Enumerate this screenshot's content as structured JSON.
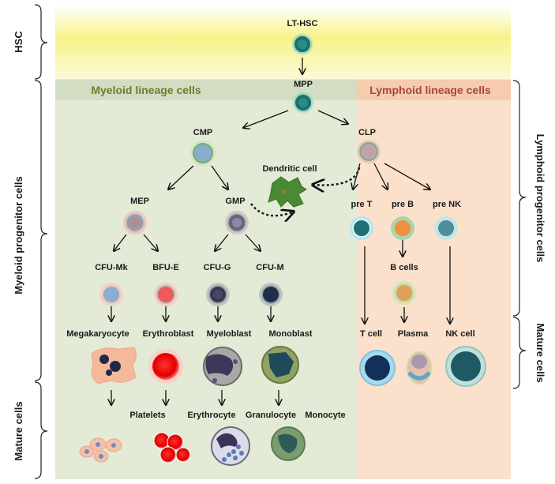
{
  "left_axis": {
    "hsc": "HSC",
    "myeloid_progenitor": "Myeloid progenitor cells",
    "mature": "Mature cells"
  },
  "right_axis": {
    "lymphoid_progenitor": "Lymphoid progenitor cells",
    "mature": "Mature cells"
  },
  "headings": {
    "myeloid": "Myeloid lineage cells",
    "lymphoid": "Lymphoid lineage cells"
  },
  "cells": {
    "lt_hsc": "LT-HSC",
    "mpp": "MPP",
    "cmp": "CMP",
    "clp": "CLP",
    "dendritic": "Dendritic cell",
    "mep": "MEP",
    "gmp": "GMP",
    "pre_t": "pre T",
    "pre_b": "pre B",
    "pre_nk": "pre NK",
    "cfu_mk": "CFU-Mk",
    "bfu_e": "BFU-E",
    "cfu_g": "CFU-G",
    "cfu_m": "CFU-M",
    "b_cells": "B cells",
    "megakaryocyte": "Megakaryocyte",
    "erythroblast": "Erythroblast",
    "myeloblast": "Myeloblast",
    "monoblast": "Monoblast",
    "t_cell": "T cell",
    "plasma": "Plasma",
    "nk_cell": "NK cell",
    "platelets": "Platelets",
    "erythrocyte": "Erythrocyte",
    "granulocyte": "Granulocyte",
    "monocyte": "Monocyte"
  },
  "colors": {
    "myeloid_bg": "#e3ead6",
    "lymphoid_bg": "#fbe0cc",
    "hsc_glow": "#f7f38a",
    "myeloid_heading": "#6e7d2e",
    "lymphoid_heading": "#a8453e"
  }
}
